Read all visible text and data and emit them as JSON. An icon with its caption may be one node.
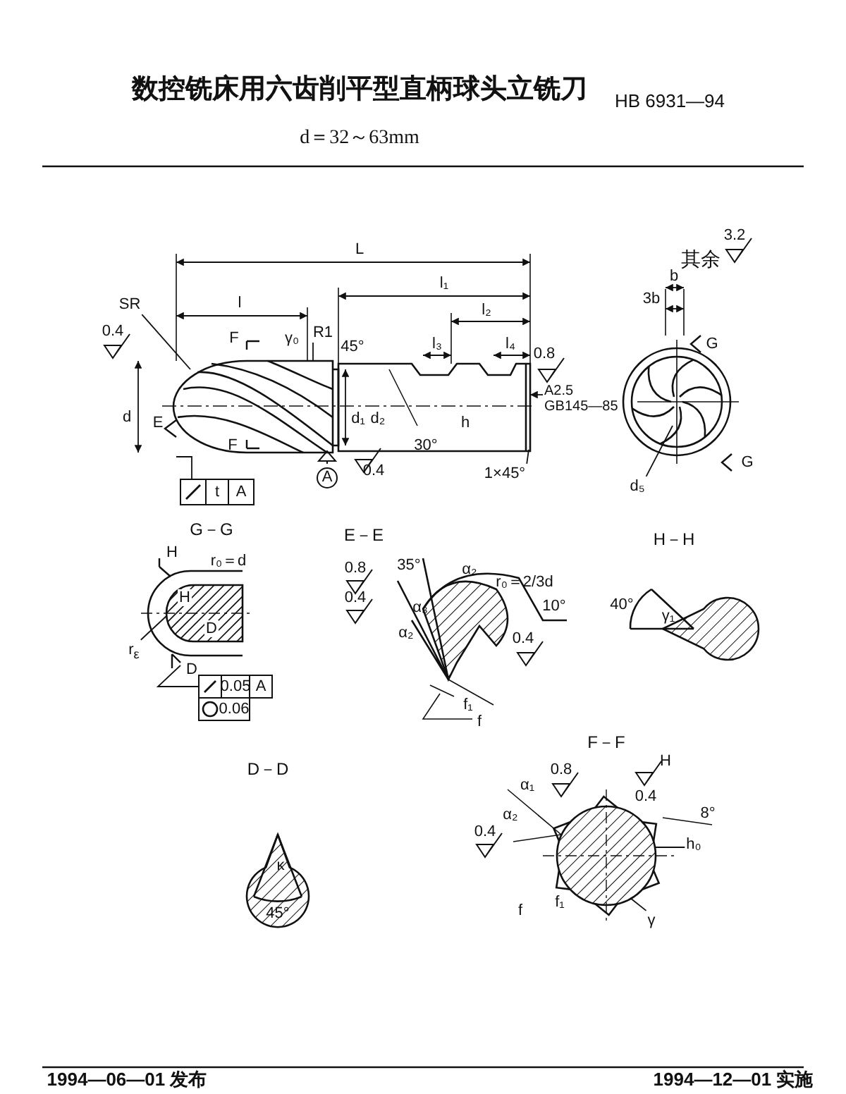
{
  "diagram": {
    "title": "数控铣床用六齿削平型直柄球头立铣刀",
    "nodes": [
      {
        "text": [
          "SR"
        ]
      },
      {
        "text": [
          "R1"
        ]
      },
      {
        "text": [
          "A2.5 GB145—85"
        ]
      },
      {
        "text": [
          "1×45°"
        ]
      },
      {
        "text": [
          "d₅"
        ]
      },
      {
        "text": [
          "r$_{ε}$"
        ]
      },
      {
        "text": [
          "γ"
        ]
      },
      {
        "text": [
          "h₀"
        ]
      },
      {
        "text": [],
        "shape": "picture"
      },
      {
        "text": [],
        "shape": "picture"
      },
      {
        "text": [],
        "shape": "picture"
      },
      {
        "text": [],
        "shape": "picture"
      }
    ],
    "edges": [
      {
        "from": 0,
        "to": 8,
        "arrow": "none"
      },
      {
        "from": 1,
        "to": 8,
        "arrow": "none"
      },
      {
        "from": 2,
        "to": 8,
        "arrow": "to"
      },
      {
        "from": 3,
        "to": 8,
        "arrow": "none"
      },
      {
        "from": 4,
        "to": 9,
        "arrow": "none"
      },
      {
        "from": 5,
        "to": 10,
        "arrow": "none"
      },
      {
        "from": 6,
        "to": 11,
        "arrow": "none"
      },
      {
        "from": 7,
        "to": 11,
        "arrow": "none"
      }
    ],
    "labels": [
      "HB 6931—94",
      "d＝32～63mm",
      "其余",
      "3.2",
      "L",
      "l₁",
      "b",
      "l",
      "l₂",
      "3b",
      "0.4",
      "F",
      "γ₀",
      "45°",
      "l₃",
      "l₄",
      "G",
      "0.8",
      "d",
      "E",
      "d₁",
      "d₂",
      "h",
      "F",
      "30°",
      "A",
      "0.4",
      "G",
      "t",
      "A",
      "G－G",
      "E－E",
      "H－H",
      "H",
      "r₀＝d",
      "0.8",
      "35°",
      "α₂",
      "r₀＝2/3d",
      "H",
      "D",
      "0.4",
      "α₃",
      "10°",
      "40°",
      "γ₁",
      "α₂",
      "0.4",
      "D",
      "0.05",
      "A",
      "0.06",
      "f₁",
      "f",
      "F－F",
      "D－D",
      "0.8",
      "H",
      "α₁",
      "0.4",
      "α₂",
      "8°",
      "0.4",
      "κ",
      "45°",
      "f",
      "f₁",
      "1994—06—01 发布",
      "1994—12—01 实施"
    ]
  }
}
